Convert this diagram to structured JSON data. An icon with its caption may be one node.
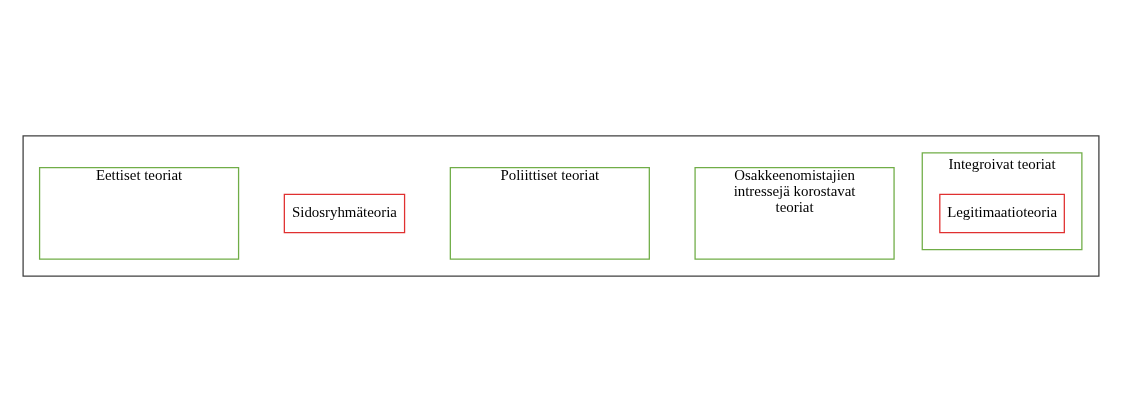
{
  "diagram": {
    "nodes": [
      {
        "text": [],
        "shape": "box"
      },
      {
        "text": [
          "Osakkeenomistajien intressejä korostavat teoriat"
        ],
        "in": 0
      },
      {
        "text": [
          "Poliittiset teoriat"
        ],
        "in": 0
      },
      {
        "text": [
          "Integroivat teoriat"
        ],
        "in": 0
      },
      {
        "text": [
          "Legitimaatioteoria"
        ],
        "in": 3
      },
      {
        "text": [
          "Sidosryhmäteoria"
        ],
        "in": 0
      },
      {
        "text": [
          "Eettiset teoriat"
        ],
        "in": 0
      }
    ],
    "edges": []
  }
}
